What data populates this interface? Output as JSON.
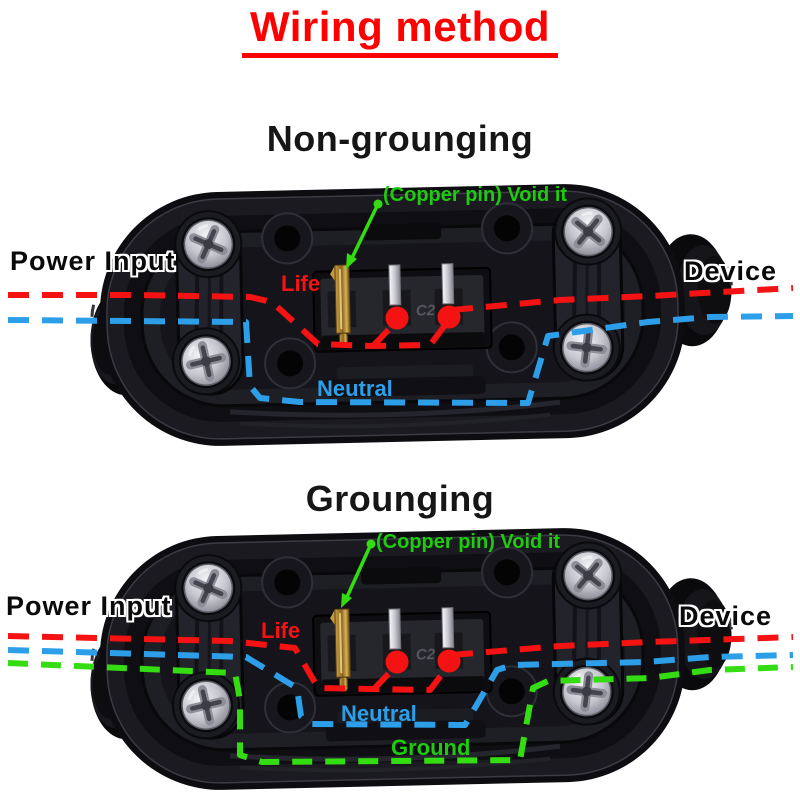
{
  "title": "Wiring method",
  "colors": {
    "title_red": "#fe0000",
    "heading_black": "#161616",
    "wire_red": "#f51212",
    "wire_blue": "#2d9fe8",
    "wire_green": "#33dd11",
    "label_red": "#f51212",
    "label_blue": "#2d9fe8",
    "label_green": "#1ecb0e",
    "box_black": "#14141a"
  },
  "sections": [
    {
      "heading": "Non-grounging",
      "labels": {
        "copper_pin_note": "(Copper pin) Void it",
        "power_input": "Power Input",
        "device": "Device",
        "life": "Life",
        "neutral": "Neutral"
      },
      "terminal_marking": "C2"
    },
    {
      "heading": "Grounging",
      "labels": {
        "copper_pin_note": "(Copper pin) Void it",
        "power_input": "Power Input",
        "device": "Device",
        "life": "Life",
        "neutral": "Neutral",
        "ground": "Ground"
      },
      "terminal_marking": "C2"
    }
  ]
}
